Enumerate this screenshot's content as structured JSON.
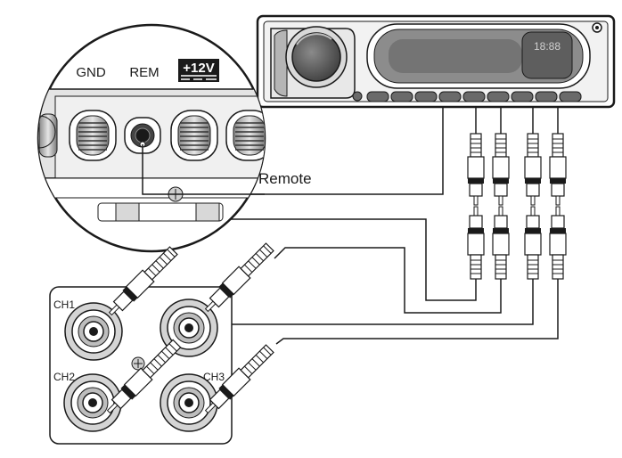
{
  "labels": {
    "gnd": "GND",
    "rem": "REM",
    "v12": "+12V",
    "remote": "Remote",
    "ch1": "CH1",
    "ch2": "CH2",
    "ch3": "CH3",
    "display": "18:88"
  },
  "icons": {
    "terminal": "screw-terminal-icon",
    "plug": "rca-plug-icon",
    "jack": "rca-jack-icon",
    "knob": "volume-knob-icon"
  },
  "colors": {
    "line": "#1a1a1a",
    "panel": "#cfcfcf",
    "display": "#7a7a7a"
  }
}
